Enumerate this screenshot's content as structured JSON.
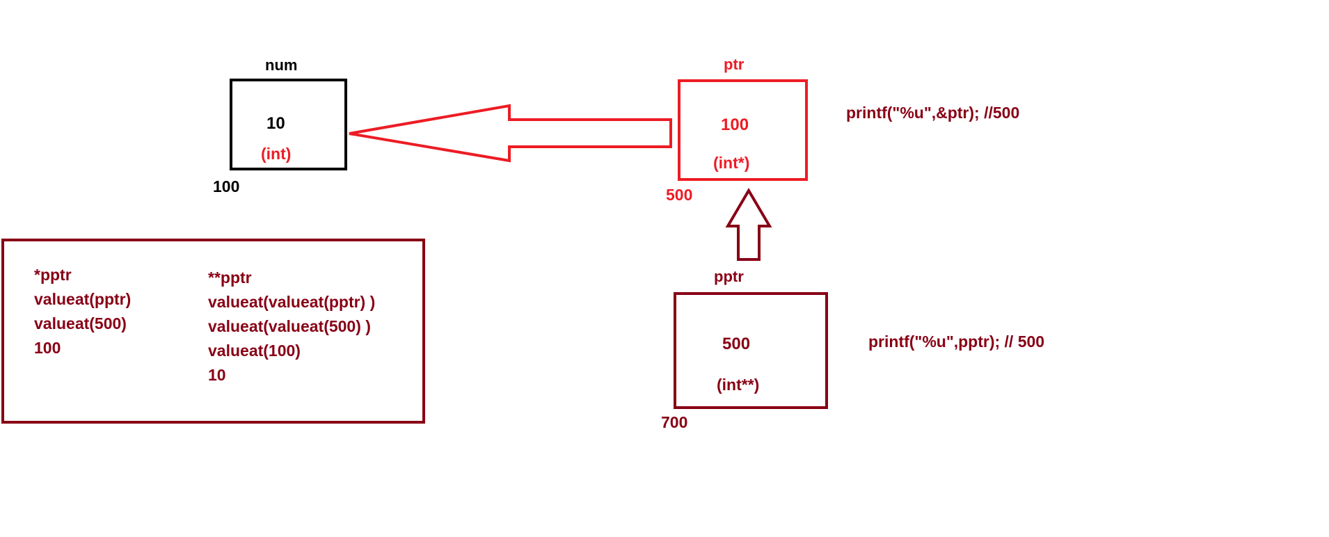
{
  "colors": {
    "black": "#000000",
    "red": "#ed1c24",
    "dark_red": "#880015"
  },
  "num": {
    "name": "num",
    "value": "10",
    "type": "(int)",
    "address": "100"
  },
  "ptr": {
    "name": "ptr",
    "value": "100",
    "type": "(int*)",
    "address": "500",
    "printf": "printf(\"%u\",&ptr); //500"
  },
  "pptr": {
    "name": "pptr",
    "value": "500",
    "type": "(int**)",
    "address": "700",
    "printf": "printf(\"%u\",pptr); // 500"
  },
  "evaluation": {
    "single_deref": [
      "*pptr",
      "valueat(pptr)",
      "valueat(500)",
      "100"
    ],
    "double_deref": [
      "**pptr",
      "valueat(valueat(pptr) )",
      "valueat(valueat(500) )",
      "valueat(100)",
      "10"
    ]
  },
  "icons": [
    "arrow-left-icon",
    "arrow-up-icon"
  ]
}
